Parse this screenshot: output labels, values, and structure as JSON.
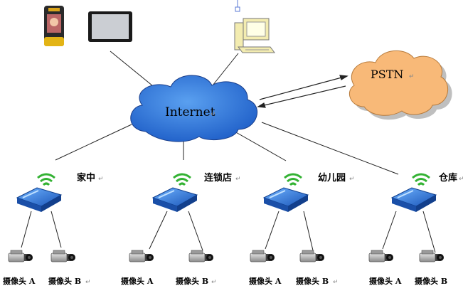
{
  "internet_label": "Internet",
  "pstn_label": "PSTN",
  "sites": [
    {
      "name": "家中",
      "cameras": [
        "摄像头 A",
        "摄像头 B"
      ]
    },
    {
      "name": "连锁店",
      "cameras": [
        "摄像头 A",
        "摄像头 B"
      ]
    },
    {
      "name": "幼儿园",
      "cameras": [
        "摄像头 A",
        "摄像头 B"
      ]
    },
    {
      "name": "仓库",
      "cameras": [
        "摄像头 A",
        "摄像头 B"
      ]
    }
  ],
  "return_mark": "↵",
  "colors": {
    "cloud": "#2a6fd6",
    "pstn": "#f8b978",
    "router": "#1e63c9",
    "wifi": "#33b233",
    "line": "#222222"
  },
  "icons": [
    "smartphone-icon",
    "tablet-icon",
    "desktop-computer-icon",
    "wireless-router-icon",
    "camera-icon"
  ]
}
